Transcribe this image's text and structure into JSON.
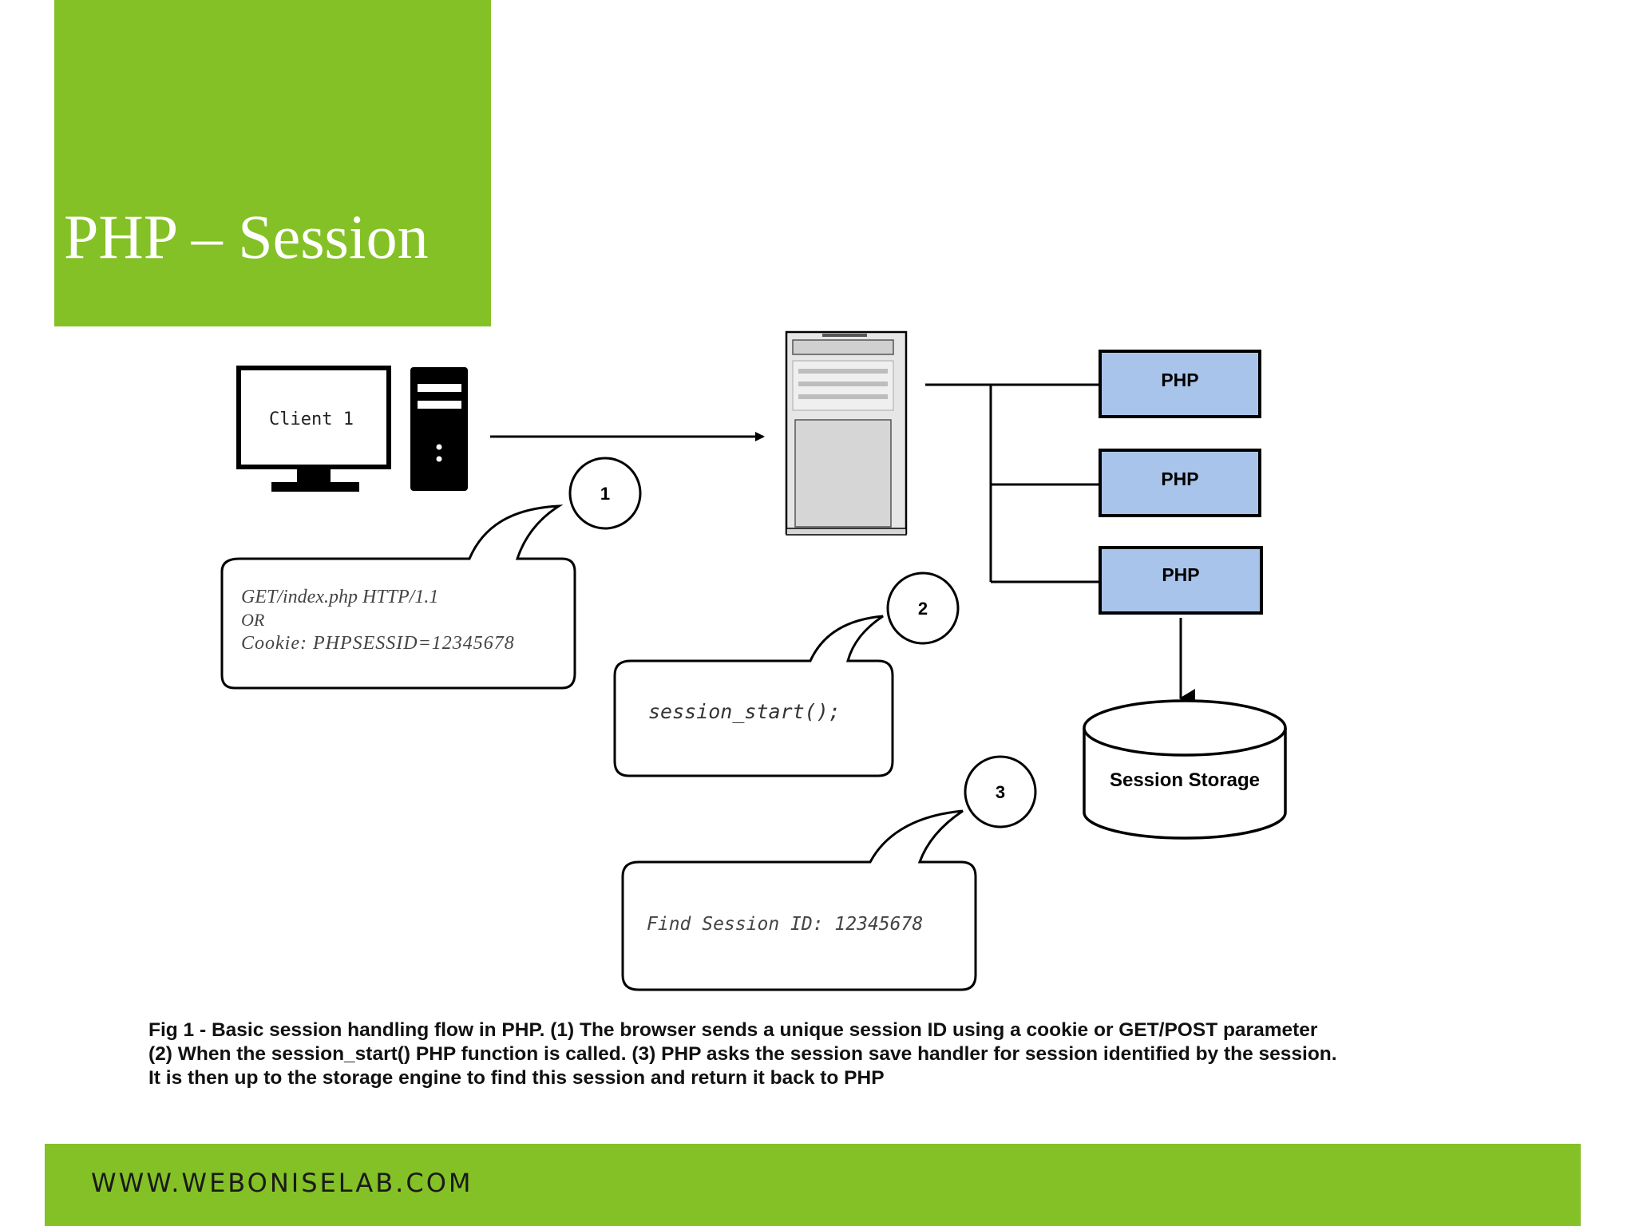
{
  "slide": {
    "title": "PHP – Session"
  },
  "diagram": {
    "client_label": "Client 1",
    "step_numbers": [
      "1",
      "2",
      "3"
    ],
    "bubble1_lines": [
      "GET/index.php HTTP/1.1",
      "OR",
      "Cookie: PHPSESSID=12345678"
    ],
    "bubble2_text": "session_start();",
    "bubble3_text": "Find Session ID: 12345678",
    "php_boxes": [
      "PHP",
      "PHP",
      "PHP"
    ],
    "storage_label": "Session Storage",
    "colors": {
      "php_box_fill": "#a9c4ea",
      "accent_green": "#84c126"
    }
  },
  "caption": {
    "lines": [
      "Fig 1 -  Basic session handling flow in PHP.  (1) The browser sends a unique session ID using a cookie or GET/POST parameter",
      "(2) When the session_start() PHP function is called. (3) PHP asks the session save handler for session identified by the session.",
      "It is then up to the storage engine to find this session and return it back to PHP"
    ]
  },
  "footer": {
    "url": "WWW.WEBONISELAB.COM"
  }
}
